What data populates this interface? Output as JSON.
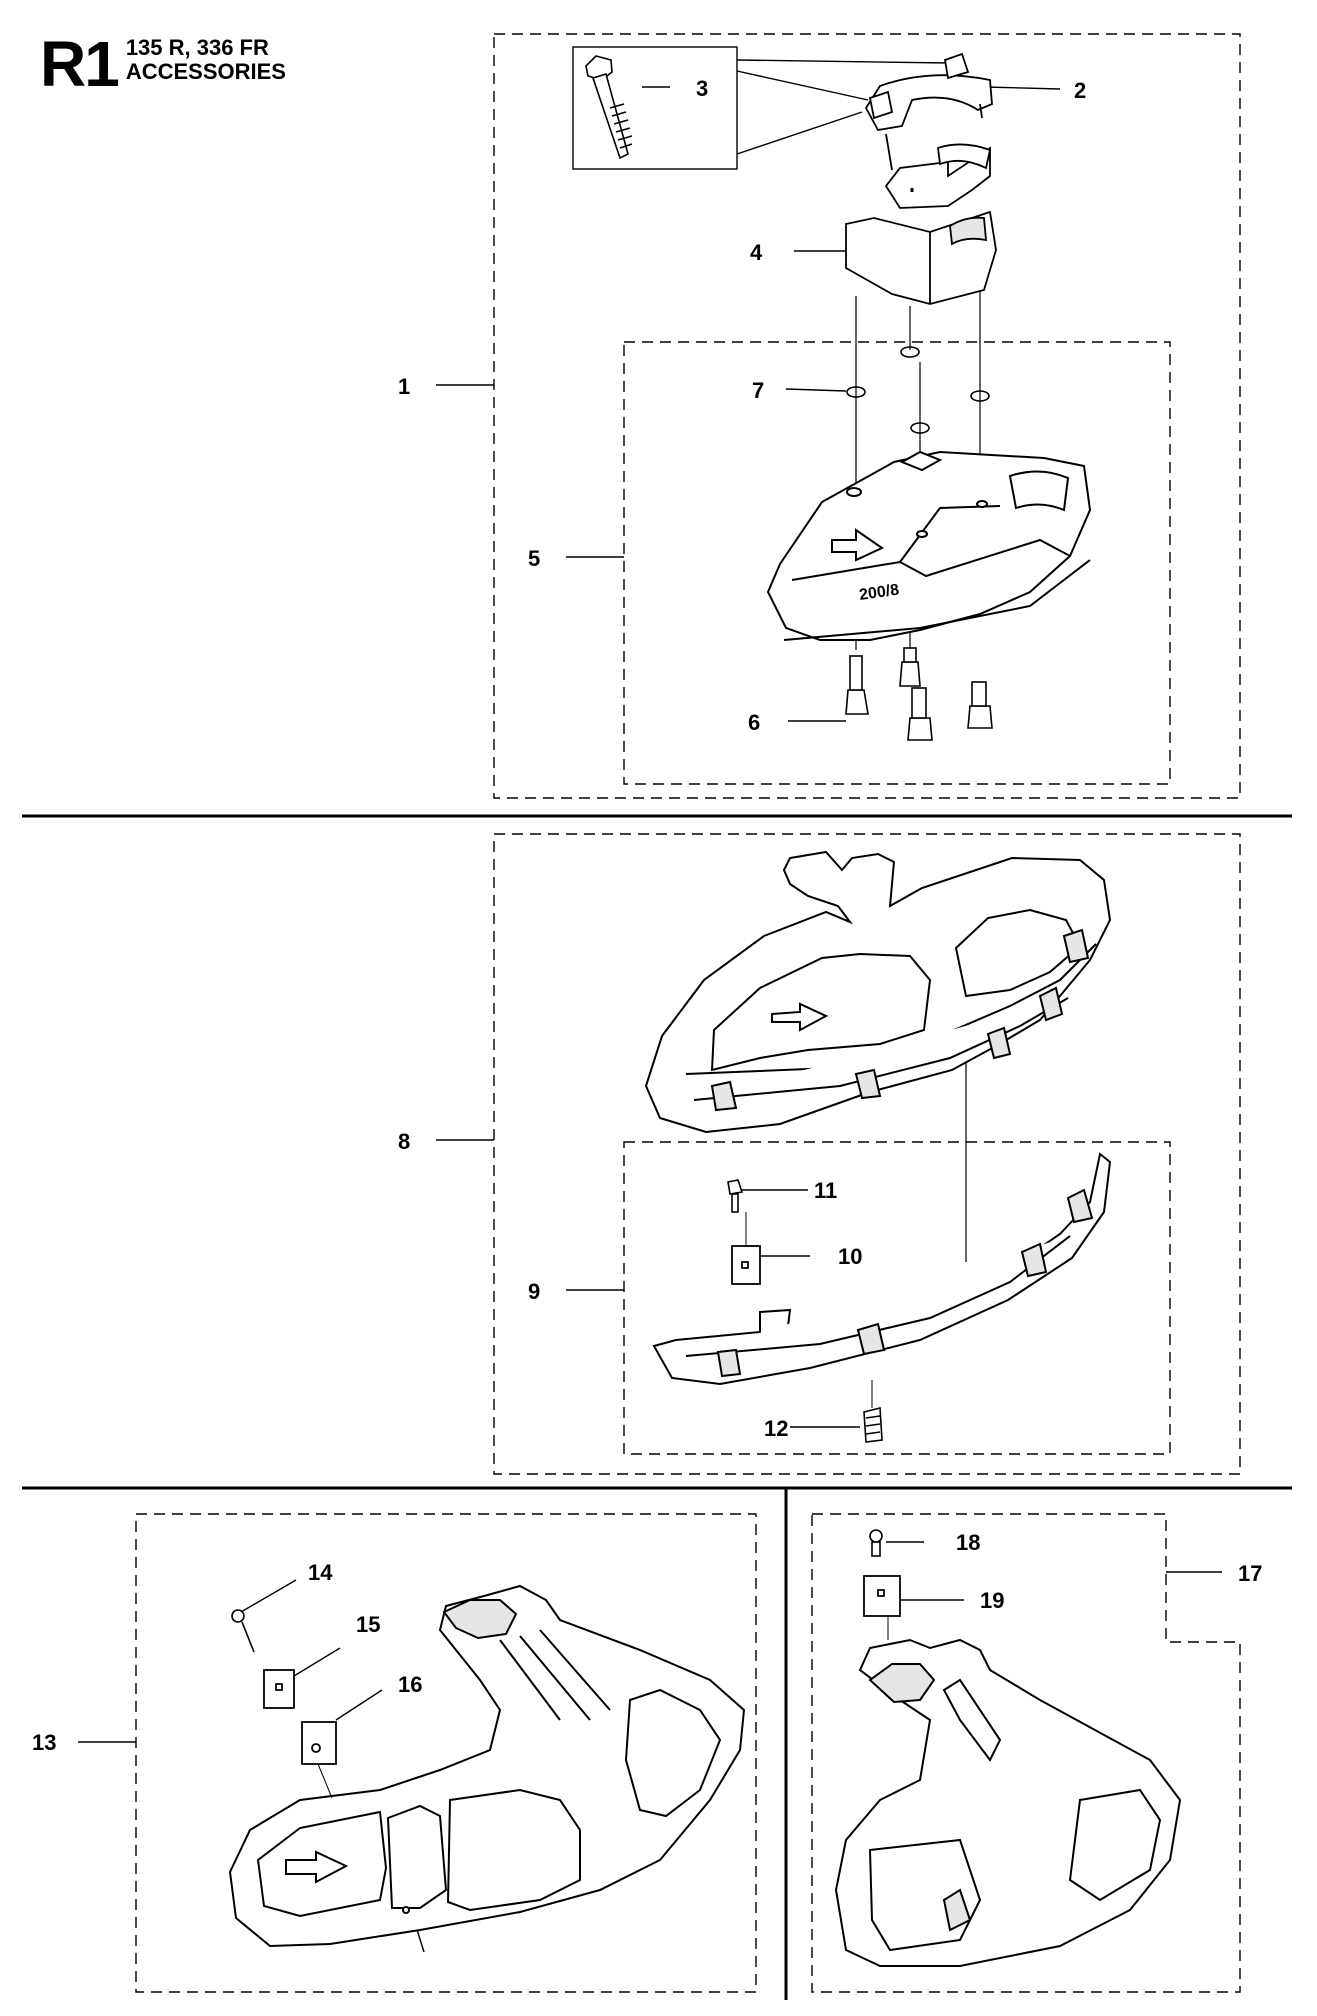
{
  "header": {
    "section_code": "R1",
    "models": "135 R, 336 FR",
    "title": "ACCESSORIES"
  },
  "callouts": {
    "c1": "1",
    "c2": "2",
    "c3": "3",
    "c4": "4",
    "c5": "5",
    "c6": "6",
    "c7": "7",
    "c8": "8",
    "c9": "9",
    "c10": "10",
    "c11": "11",
    "c12": "12",
    "c13": "13",
    "c14": "14",
    "c15": "15",
    "c16": "16",
    "c17": "17",
    "c18": "18",
    "c19": "19"
  },
  "guard_marking": "200/8",
  "colors": {
    "line": "#000000",
    "part_fill": "#ffffff",
    "shade": "#d9d9d9",
    "background": "#ffffff"
  }
}
